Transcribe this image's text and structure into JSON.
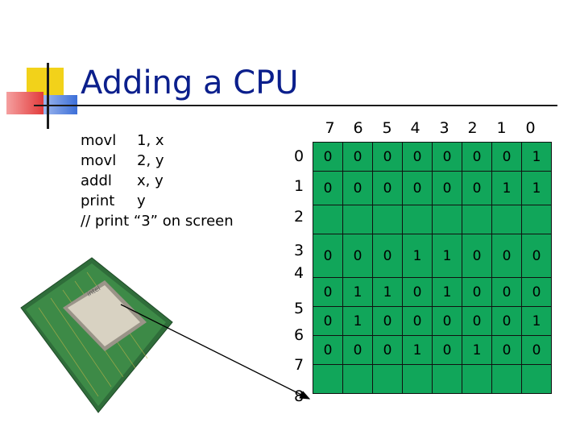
{
  "slide": {
    "title": "Adding a CPU"
  },
  "code": [
    {
      "op": "movl",
      "args": "1, x"
    },
    {
      "op": "movl",
      "args": "2, y"
    },
    {
      "op": "addl",
      "args": "x, y"
    },
    {
      "op": "print",
      "args": "y"
    },
    {
      "op": "// print “3” on screen",
      "args": ""
    }
  ],
  "chip": {
    "label": "intel"
  },
  "memory": {
    "bit_headers": [
      "7",
      "6",
      "5",
      "4",
      "3",
      "2",
      "1",
      "0"
    ],
    "rows": [
      {
        "label": "0",
        "bits": [
          "0",
          "0",
          "0",
          "0",
          "0",
          "0",
          "0",
          "1"
        ]
      },
      {
        "label": "1",
        "bits": [
          "0",
          "0",
          "0",
          "0",
          "0",
          "0",
          "1",
          "1"
        ]
      },
      {
        "label": "2",
        "bits": [
          "",
          "",
          "",
          "",
          "",
          "",
          "",
          ""
        ]
      },
      {
        "label": "3",
        "bits": [
          "",
          "",
          "",
          "",
          "",
          "",
          "",
          ""
        ]
      },
      {
        "label": "4",
        "bits": [
          "0",
          "0",
          "0",
          "1",
          "1",
          "0",
          "0",
          "0"
        ]
      },
      {
        "label": "5",
        "bits": [
          "0",
          "1",
          "1",
          "0",
          "1",
          "0",
          "0",
          "0"
        ]
      },
      {
        "label": "6",
        "bits": [
          "0",
          "1",
          "0",
          "0",
          "0",
          "0",
          "0",
          "1"
        ]
      },
      {
        "label": "7",
        "bits": [
          "0",
          "0",
          "0",
          "1",
          "0",
          "1",
          "0",
          "0"
        ]
      },
      {
        "label": "8",
        "bits": [
          "",
          "",
          "",
          "",
          "",
          "",
          "",
          ""
        ]
      }
    ]
  },
  "colors": {
    "title": "#0b1f8c",
    "memory_fill": "#11a65a",
    "accent_yellow": "#f2d21a",
    "accent_red": "#e23b3b",
    "accent_blue": "#3c6fd8"
  }
}
